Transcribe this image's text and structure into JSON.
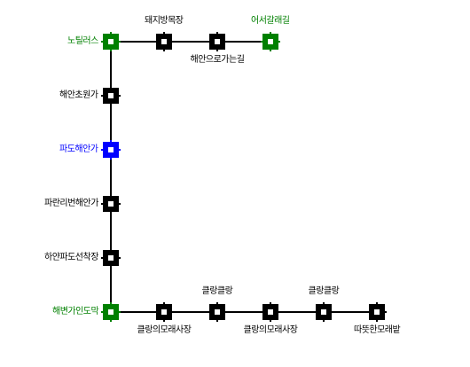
{
  "colors": {
    "line": "#000000",
    "normal": "#000000",
    "transfer": "#008000",
    "current": "#0000ff",
    "inner": "#ffffff"
  },
  "stations": [
    {
      "id": "s1",
      "name": "노틸러스",
      "kind": "transfer"
    },
    {
      "id": "s2",
      "name": "돼지방목장",
      "kind": "normal"
    },
    {
      "id": "s3",
      "name": "해안으로가는길",
      "kind": "normal"
    },
    {
      "id": "s4",
      "name": "어서갈래길",
      "kind": "transfer"
    },
    {
      "id": "s5",
      "name": "해안초원가",
      "kind": "normal"
    },
    {
      "id": "s6",
      "name": "파도해안가",
      "kind": "current"
    },
    {
      "id": "s7",
      "name": "파란리번해안가",
      "kind": "normal"
    },
    {
      "id": "s8",
      "name": "하얀파도선착장",
      "kind": "normal"
    },
    {
      "id": "s9",
      "name": "해변가인도막",
      "kind": "transfer"
    },
    {
      "id": "s10",
      "name": "클랑의모래사장",
      "kind": "normal"
    },
    {
      "id": "s11",
      "name": "클랑클랑",
      "kind": "normal"
    },
    {
      "id": "s12",
      "name": "클랑의모래사장",
      "kind": "normal"
    },
    {
      "id": "s13",
      "name": "클랑클랑",
      "kind": "normal"
    },
    {
      "id": "s14",
      "name": "따뜻한모래밭",
      "kind": "normal"
    }
  ],
  "links": [
    [
      "s1",
      "s2"
    ],
    [
      "s2",
      "s3"
    ],
    [
      "s3",
      "s4"
    ],
    [
      "s1",
      "s5"
    ],
    [
      "s5",
      "s6"
    ],
    [
      "s6",
      "s7"
    ],
    [
      "s7",
      "s8"
    ],
    [
      "s8",
      "s9"
    ],
    [
      "s9",
      "s10"
    ],
    [
      "s10",
      "s11"
    ],
    [
      "s11",
      "s12"
    ],
    [
      "s12",
      "s13"
    ],
    [
      "s13",
      "s14"
    ]
  ]
}
